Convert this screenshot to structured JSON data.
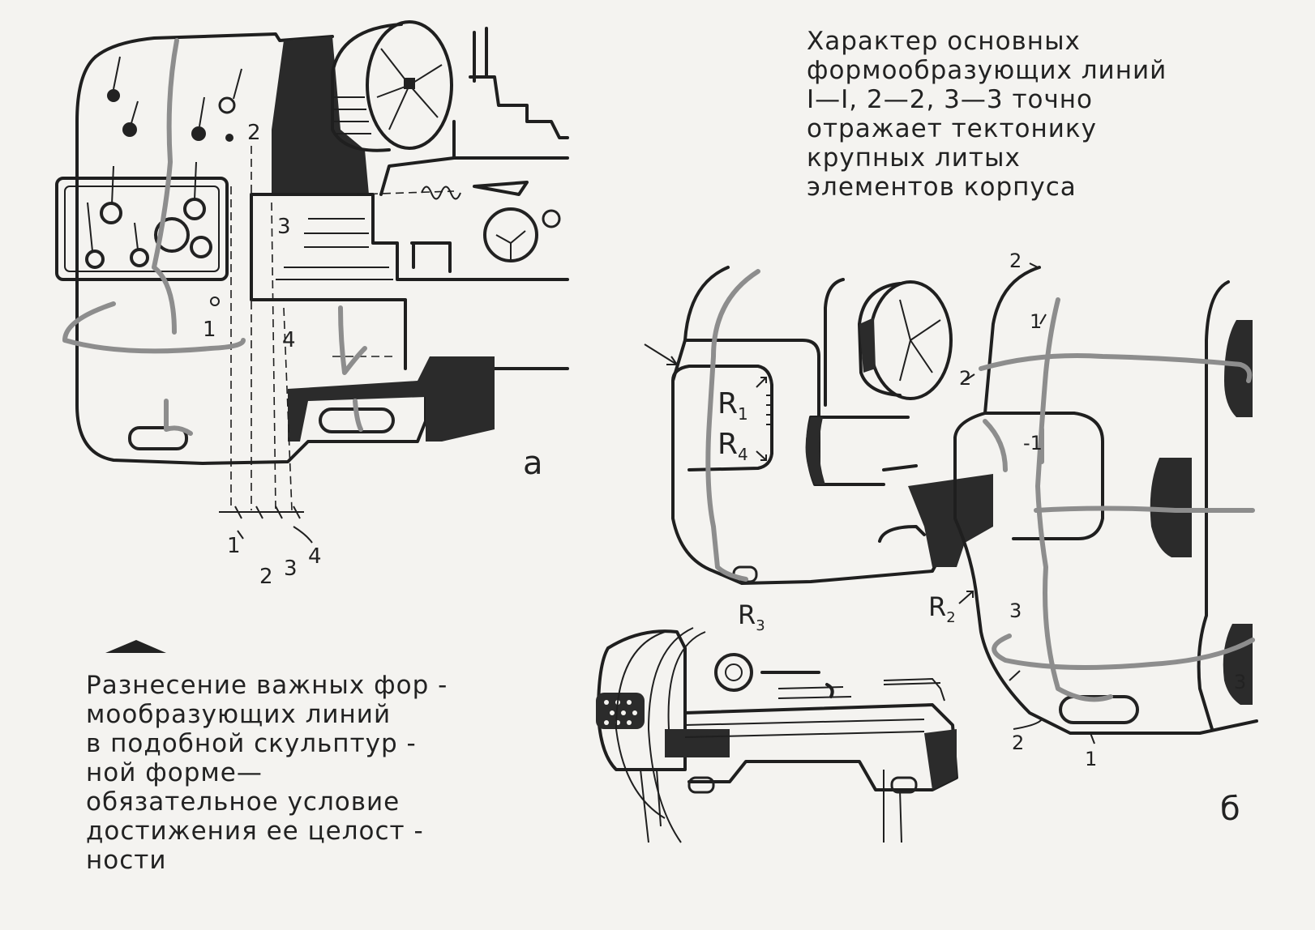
{
  "caption_top": {
    "lines": [
      "Характер основных",
      "формообразующих линий",
      "I—I, 2—2, 3—3 точно",
      "отражает тектонику",
      "крупных литых",
      "элементов корпуса"
    ]
  },
  "caption_bottom": {
    "lines": [
      "Разнесение важных фор -",
      "мообразующих линий",
      "в подобной скульптур -",
      "ной форме—",
      "обязательное условие",
      "достижения ее целост -",
      "ности"
    ]
  },
  "figure_a": {
    "letter": "а",
    "inner_labels": [
      "1",
      "2",
      "3",
      "4"
    ],
    "scale_labels": [
      "1",
      "2",
      "3",
      "4"
    ]
  },
  "figure_b": {
    "letter": "б",
    "radius_labels": {
      "r1": "R",
      "r1_sub": "1",
      "r4": "R",
      "r4_sub": "4",
      "r3": "R",
      "r3_sub": "3",
      "r2": "R",
      "r2_sub": "2"
    },
    "line_labels": {
      "top_2": "2",
      "upper_1": "1",
      "mid_2": "2",
      "center_1": "-1",
      "mid_3": "3",
      "right_3": "3",
      "bottom_2": "2",
      "bottom_1": "1"
    }
  }
}
